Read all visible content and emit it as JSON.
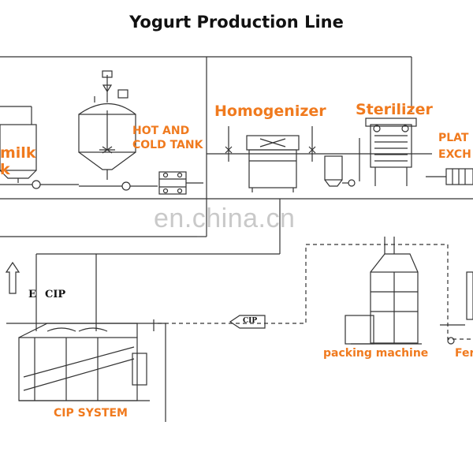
{
  "title": "Yogurt Production Line",
  "labels": {
    "milk_tank_top": "milk",
    "milk_tank_bottom": "k",
    "hot_cold_tank_1": "HOT AND",
    "hot_cold_tank_2": "COLD TANK",
    "homogenizer": "Homogenizer",
    "sterilizer": "Sterilizer",
    "plate_exchanger_1": "PLAT",
    "plate_exchanger_2": "EXCH",
    "cip_system": "CIP SYSTEM",
    "packing_machine": "packing machine",
    "fermentation_partial": "Fer",
    "cip_marker_e": "E",
    "cip_marker": "CIP",
    "cip_arrow_tag": "CIP"
  },
  "watermark": "en.china.cn",
  "colors": {
    "label": "#f07a1e",
    "line": "#333333",
    "title": "#111111"
  }
}
